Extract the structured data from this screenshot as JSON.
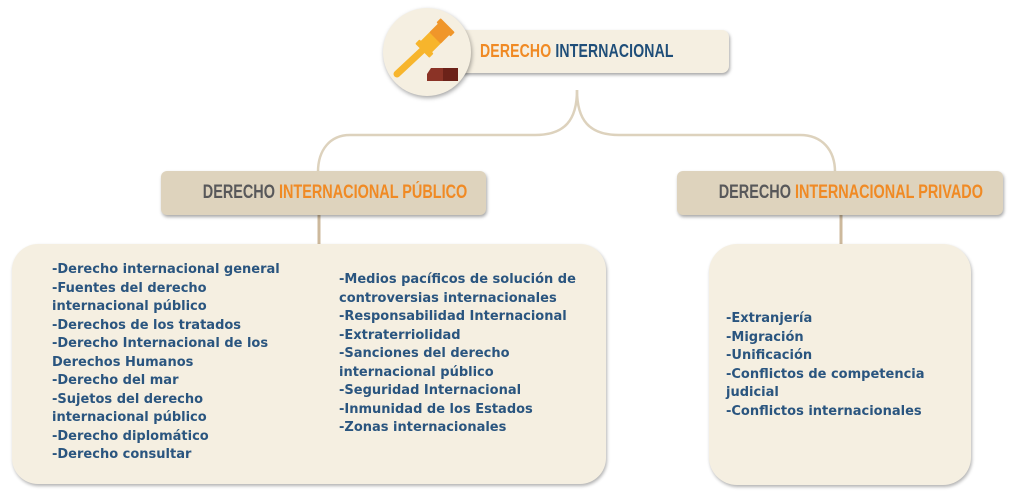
{
  "root": {
    "title_part1": "DERECHO",
    "title_part2": "INTERNACIONAL",
    "icon": "gavel-icon"
  },
  "branches": [
    {
      "title_part1": "DERECHO",
      "title_part2": "INTERNACIONAL PÚBLICO",
      "column1": [
        "-Derecho internacional general",
        "-Fuentes del derecho internacional público",
        "-Derechos de los tratados",
        "-Derecho Internacional de los Derechos Humanos",
        "-Derecho del mar",
        "-Sujetos del derecho internacional público",
        "-Derecho diplomático",
        "-Derecho consultar"
      ],
      "column2": [
        "-Medios pacíficos de solución de controversias internacionales",
        "-Responsabilidad Internacional",
        "-Extraterriolidad",
        "-Sanciones del derecho internacional público",
        "-Seguridad Internacional",
        "-Inmunidad de los Estados",
        "-Zonas internacionales"
      ]
    },
    {
      "title_part1": "DERECHO",
      "title_part2": "INTERNACIONAL PRIVADO",
      "items": [
        "-Extranjería",
        "-Migración",
        "-Unificación",
        "-Conflictos de competencia judicial",
        "-Conflictos internacionales"
      ]
    }
  ],
  "colors": {
    "orange": "#f08a24",
    "navy": "#1f4e79",
    "gray": "#58585a",
    "header_bg": "#ded3bd",
    "box_bg": "#f5efe1",
    "connector": "#ddd2bd",
    "text_blue": "#2a557f"
  }
}
